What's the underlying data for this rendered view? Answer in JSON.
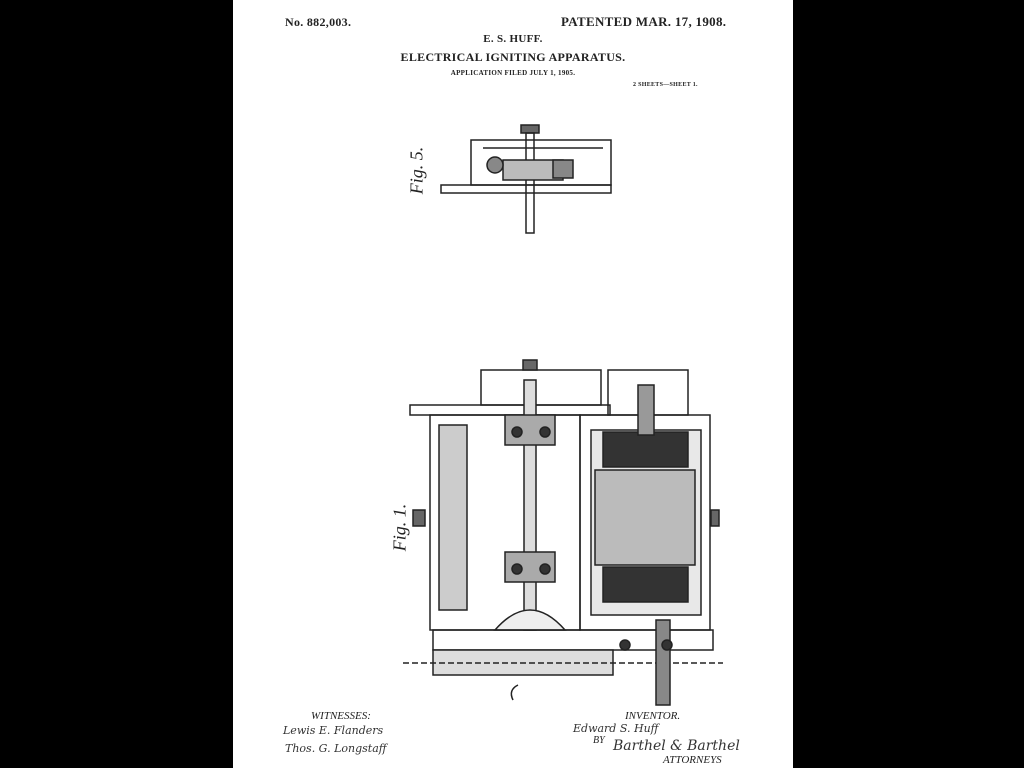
{
  "header": {
    "patent_number": "No. 882,003.",
    "patent_date": "PATENTED MAR. 17, 1908.",
    "inventor": "E. S. HUFF.",
    "title": "ELECTRICAL IGNITING APPARATUS.",
    "filed": "APPLICATION FILED JULY 1, 1905.",
    "sheets": "2 SHEETS—SHEET 1."
  },
  "figures": {
    "fig5": "Fig. 5.",
    "fig1": "Fig. 1."
  },
  "footer": {
    "witnesses_label": "WITNESSES:",
    "witness_1": "Lewis E. Flanders",
    "witness_2": "Thos. G. Longstaff",
    "inventor_label": "INVENTOR.",
    "inventor_signature": "Edward S. Huff",
    "by_label": "BY",
    "attorney_signature": "Barthel & Barthel",
    "attorneys_label": "ATTORNEYS"
  }
}
